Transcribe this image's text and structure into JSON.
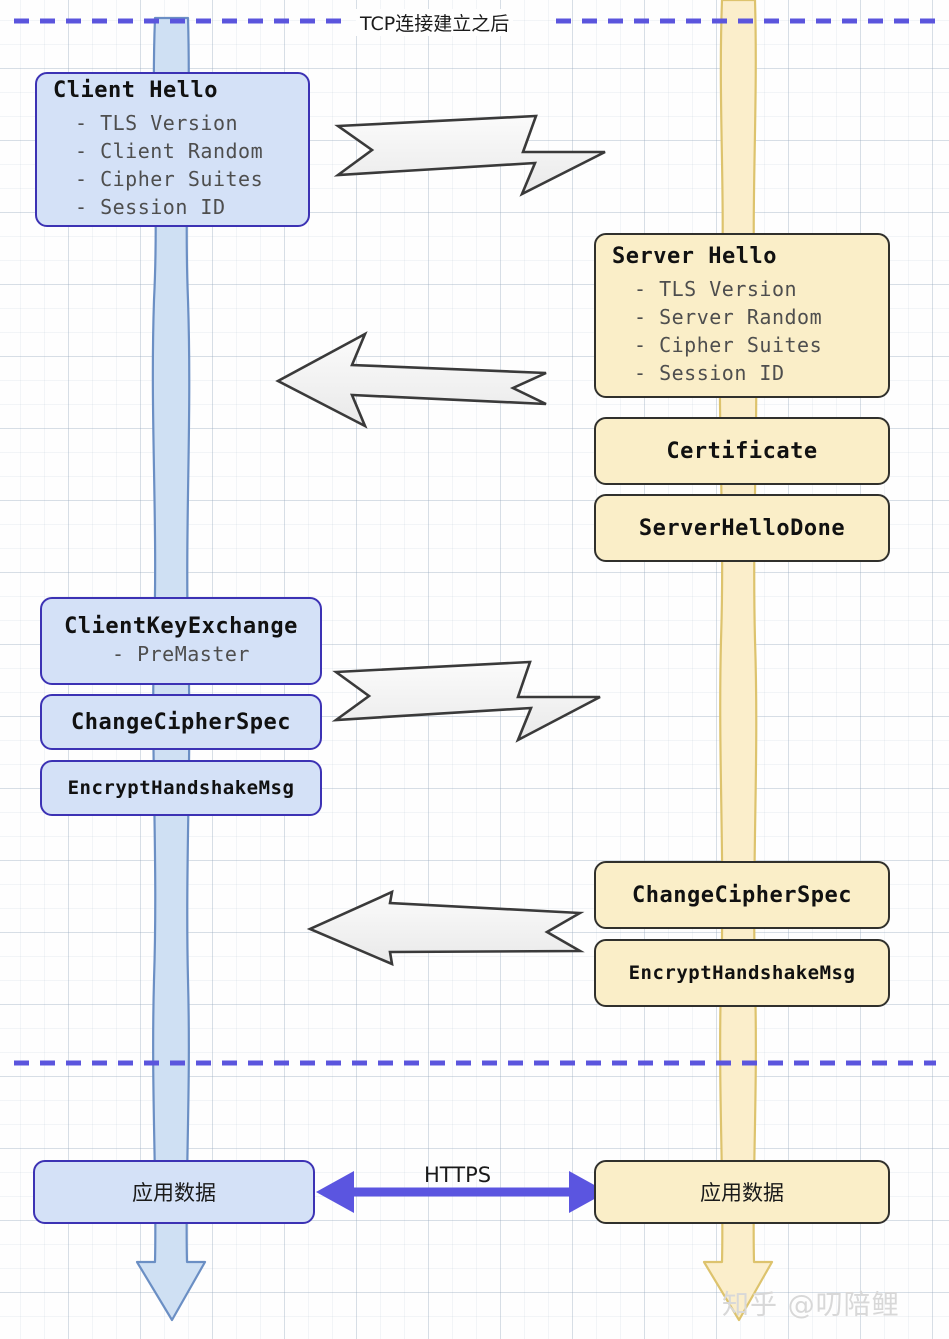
{
  "diagram": {
    "title_label": "TCP连接建立之后",
    "watermark": "知乎 @叨陪鲤",
    "https_label": "HTTPS",
    "colors": {
      "client_fill": "#d4e1f7",
      "client_stroke": "#3c32b4",
      "server_fill": "#faeec8",
      "server_stroke": "#30302c",
      "dashed_line": "#5b55dd",
      "arrow_fill": "#f2f2f2",
      "arrow_stroke": "#3a3a3a",
      "https_arrow": "#5b55e0",
      "client_lifeline_fill": "#cfe0f3",
      "server_lifeline_fill": "#fbeecb"
    }
  },
  "client_messages": [
    {
      "title": "Client Hello",
      "lines": [
        "- TLS Version",
        "- Client Random",
        "- Cipher Suites",
        "- Session ID"
      ]
    },
    {
      "title": "ClientKeyExchange",
      "lines": [
        "- PreMaster"
      ]
    },
    {
      "title": "ChangeCipherSpec",
      "lines": []
    },
    {
      "title": "EncryptHandshakeMsg",
      "lines": []
    }
  ],
  "server_messages": [
    {
      "title": "Server Hello",
      "lines": [
        "- TLS Version",
        "- Server Random",
        "- Cipher Suites",
        "- Session ID"
      ]
    },
    {
      "title": "Certificate",
      "lines": []
    },
    {
      "title": "ServerHelloDone",
      "lines": []
    },
    {
      "title": "ChangeCipherSpec",
      "lines": []
    },
    {
      "title": "EncryptHandshakeMsg",
      "lines": []
    }
  ],
  "app_data": {
    "client_label": "应用数据",
    "server_label": "应用数据"
  },
  "flows": [
    {
      "name": "client-hello-flow",
      "direction": "right"
    },
    {
      "name": "server-hello-flow",
      "direction": "left"
    },
    {
      "name": "client-key-exchange-flow",
      "direction": "right"
    },
    {
      "name": "server-change-cipher-flow",
      "direction": "left"
    }
  ]
}
